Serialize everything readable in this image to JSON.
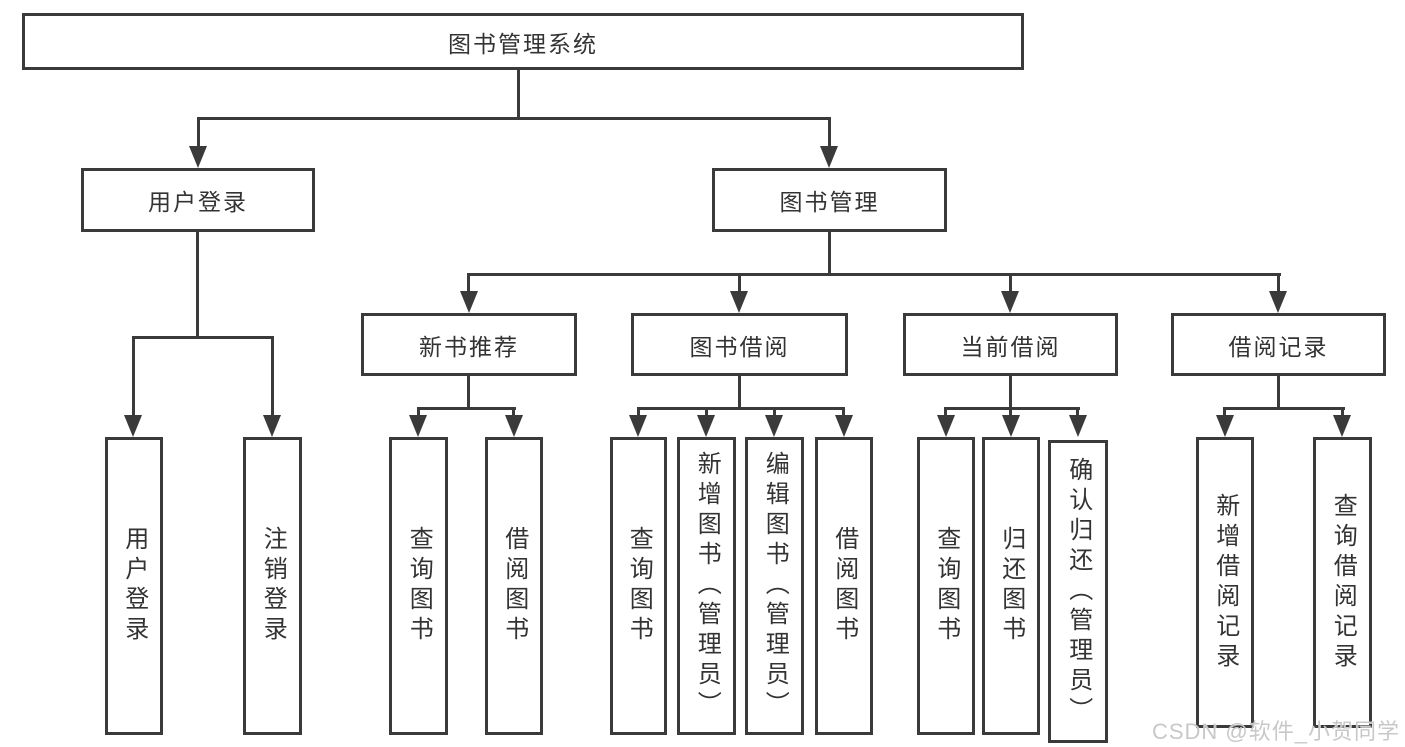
{
  "tree": {
    "label": "图书管理系统",
    "children": [
      {
        "label": "用户登录",
        "children": [
          {
            "label": "用户登录"
          },
          {
            "label": "注销登录"
          }
        ]
      },
      {
        "label": "图书管理",
        "children": [
          {
            "label": "新书推荐",
            "children": [
              {
                "label": "查询图书"
              },
              {
                "label": "借阅图书"
              }
            ]
          },
          {
            "label": "图书借阅",
            "children": [
              {
                "label": "查询图书"
              },
              {
                "label": "新增图书（管理员）"
              },
              {
                "label": "编辑图书（管理员）"
              },
              {
                "label": "借阅图书"
              }
            ]
          },
          {
            "label": "当前借阅",
            "children": [
              {
                "label": "查询图书"
              },
              {
                "label": "归还图书"
              },
              {
                "label": "确认归还（管理员）"
              }
            ]
          },
          {
            "label": "借阅记录",
            "children": [
              {
                "label": "新增借阅记录"
              },
              {
                "label": "查询借阅记录"
              }
            ]
          }
        ]
      }
    ]
  },
  "watermark": {
    "text": "CSDN @软件_小贺同学",
    "color": "#c8c8c8"
  },
  "colors": {
    "line": "#3a3a3a",
    "text": "#333333",
    "background": "#ffffff"
  }
}
